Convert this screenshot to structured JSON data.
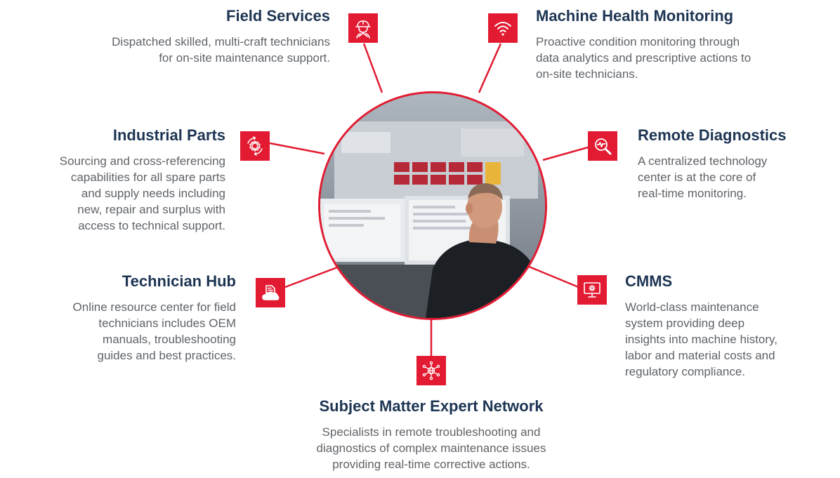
{
  "colors": {
    "accent": "#e21b32",
    "title": "#1d3553",
    "body": "#5f6368"
  },
  "services": {
    "field_services": {
      "title": "Field Services",
      "desc_lines": [
        "Dispatched skilled, multi-craft technicians",
        "for on-site maintenance support."
      ],
      "icon": "hard-hat-worker-icon"
    },
    "machine_health": {
      "title": "Machine Health Monitoring",
      "desc_lines": [
        "Proactive condition monitoring through",
        "data analytics and prescriptive actions to",
        "on-site technicians."
      ],
      "icon": "wireless-signal-icon"
    },
    "industrial_parts": {
      "title": "Industrial Parts",
      "desc_lines": [
        "Sourcing and cross-referencing",
        "capabilities for all spare parts",
        "and supply needs including",
        "new, repair and surplus with",
        "access to technical support."
      ],
      "icon": "gear-cycle-icon"
    },
    "remote_diagnostics": {
      "title": "Remote Diagnostics",
      "desc_lines": [
        "A centralized technology",
        "center is at the core of",
        "real-time monitoring."
      ],
      "icon": "magnifier-pulse-icon"
    },
    "technician_hub": {
      "title": "Technician Hub",
      "desc_lines": [
        "Online resource center for field",
        "technicians includes OEM",
        "manuals, troubleshooting",
        "guides and best practices."
      ],
      "icon": "cloud-document-icon"
    },
    "cmms": {
      "title": "CMMS",
      "desc_lines": [
        "World-class maintenance",
        "system providing deep",
        "insights into machine history,",
        "labor and material costs and",
        "regulatory compliance."
      ],
      "icon": "monitor-gear-icon"
    },
    "sme_network": {
      "title": "Subject Matter Expert Network",
      "desc_lines": [
        "Specialists in remote troubleshooting and",
        "diagnostics of complex maintenance issues",
        "providing real-time corrective actions."
      ],
      "icon": "globe-network-icon"
    }
  },
  "hero": {
    "icon": "control-room-operator-icon"
  }
}
